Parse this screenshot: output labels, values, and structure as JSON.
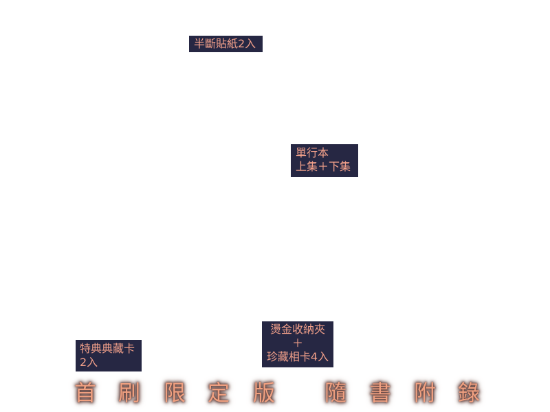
{
  "labels": {
    "sticker": "半斷貼紙2入",
    "volumes_line1": "單行本",
    "volumes_line2": "上集＋下集",
    "cards_line1": "特典典藏卡",
    "cards_line2": "2入",
    "folder_line1": "燙金收納夾",
    "folder_line2": "＋",
    "folder_line3": "珍藏相卡4入"
  },
  "banner": {
    "left_chars": [
      "首",
      "刷",
      "限",
      "定",
      "版"
    ],
    "right_chars": [
      "隨",
      "書",
      "附",
      "錄"
    ]
  },
  "colors": {
    "tag_background": "#262743",
    "tag_text": "#f2a08a",
    "banner_text": "#f0a080"
  }
}
